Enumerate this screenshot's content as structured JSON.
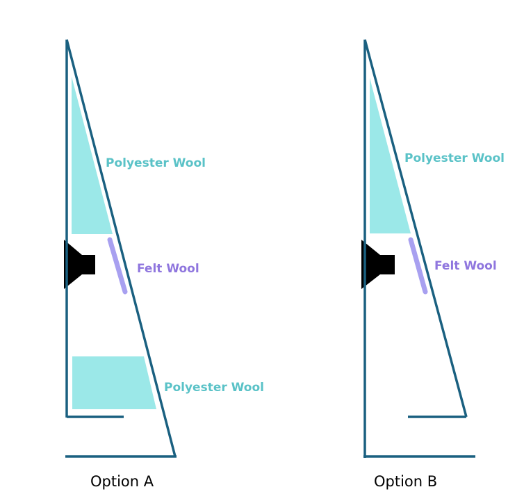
{
  "colors": {
    "enclosure": "#1a6080",
    "polyester": "#9be8e8",
    "polyester_text": "#5ac2c7",
    "felt": "#a8a0f0",
    "felt_text": "#8f76de",
    "driver": "#000000",
    "background": "#ffffff"
  },
  "option_a": {
    "title": "Option A",
    "polyester_top_label": "Polyester Wool",
    "felt_label": "Felt Wool",
    "polyester_bottom_label": "Polyester Wool"
  },
  "option_b": {
    "title": "Option B",
    "polyester_top_label": "Polyester Wool",
    "felt_label": "Felt Wool"
  },
  "icons": {
    "driver": "speaker-driver-icon"
  }
}
